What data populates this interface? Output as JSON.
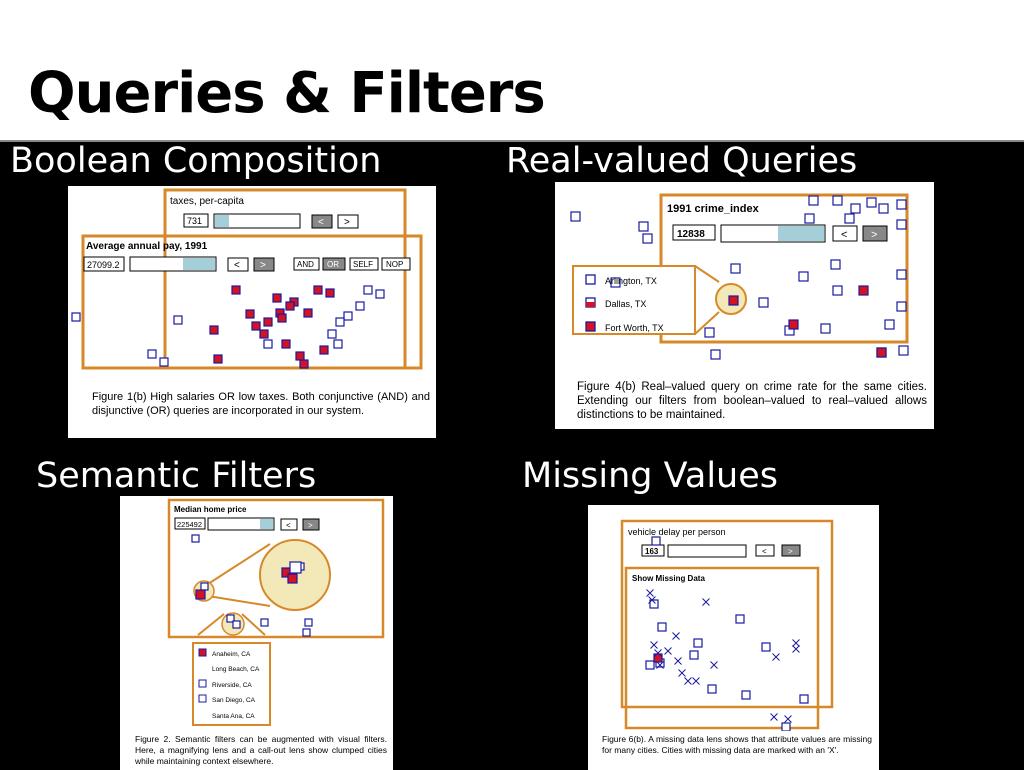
{
  "slide": {
    "title": "Queries & Filters"
  },
  "colors": {
    "accent": "#d7892a",
    "marker_blue": "#1a1aa0",
    "marker_red": "#d41222",
    "lens_fill": "#f3e9b8",
    "slider_fill": "#a4cfd8",
    "panel_bg": "#000000"
  },
  "sections": {
    "boolean": {
      "heading": "Boolean Composition",
      "slider1_label": "taxes, per-capita",
      "slider1_value": "731",
      "slider2_label": "Average annual pay, 1991",
      "slider2_value": "27099.2",
      "btn_prev": "<",
      "btn_next": ">",
      "btn_and": "AND",
      "btn_or": "OR",
      "btn_self": "SELF",
      "btn_nop": "NOP",
      "caption": "Figure 1(b)  High salaries OR low taxes.  Both conjunctive (AND) and disjunctive (OR) queries are incorporated in our system."
    },
    "real": {
      "heading": "Real-valued Queries",
      "slider_label": "1991 crime_index",
      "slider_value": "12838",
      "btn_prev": "<",
      "btn_next": ">",
      "city1": "Arlington, TX",
      "city2": "Dallas, TX",
      "city3": "Fort Worth, TX",
      "caption": "Figure 4(b) Real–valued query on crime rate for the same cities.  Extending our filters from boolean–valued to real–valued allows distinctions to be maintained."
    },
    "semantic": {
      "heading": "Semantic Filters",
      "slider_label": "Median home price",
      "slider_value": "225492",
      "btn_prev": "<",
      "btn_next": ">",
      "city1": "Anaheim, CA",
      "city2": "Long Beach, CA",
      "city3": "Riverside, CA",
      "city4": "San Diego, CA",
      "city5": "Santa Ana, CA",
      "caption": "Figure 2.  Semantic filters can be augmented with visual filters.  Here, a magnifying lens and a call-out lens show clumped cities while maintaining context elsewhere."
    },
    "missing": {
      "heading": "Missing Values",
      "slider_label": "vehicle delay per person",
      "slider_value": "163",
      "btn_prev": "<",
      "btn_next": ">",
      "lens_label": "Show Missing Data",
      "caption": "Figure 6(b).  A missing data lens shows that attribute values are missing for many cities.  Cities with missing data are marked with an 'X'."
    }
  }
}
